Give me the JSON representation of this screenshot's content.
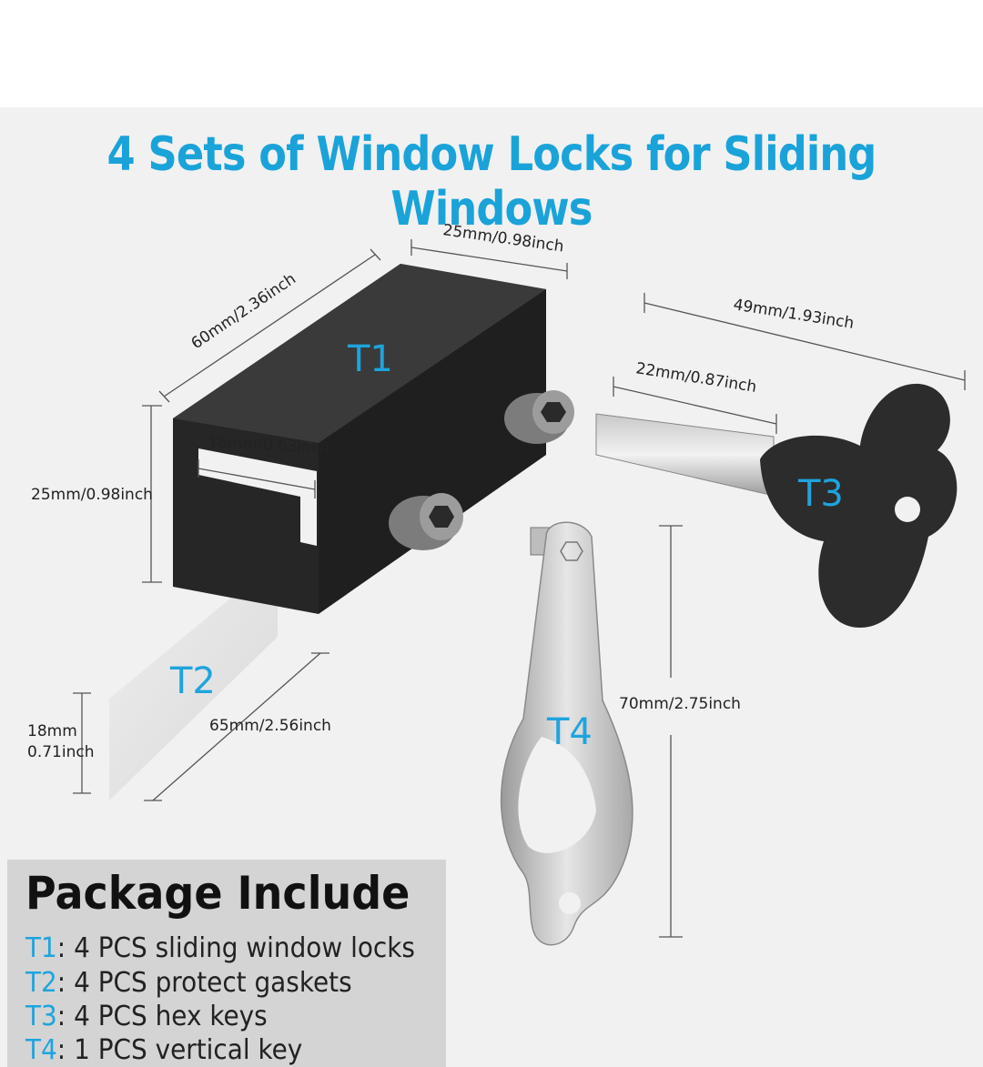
{
  "title": "4 Sets of Window Locks for Sliding Windows",
  "colors": {
    "accent": "#1ea4dd",
    "panel": "#f1f1f1",
    "package_box": "#d4d4d4"
  },
  "parts": {
    "t1_tag": "T1",
    "t2_tag": "T2",
    "t3_tag": "T3",
    "t4_tag": "T4"
  },
  "dimensions": {
    "t1_top_width": "25mm/0.98inch",
    "t1_length": "60mm/2.36inch",
    "t1_inner_gap": "16mm/0.63inch",
    "t1_height": "25mm/0.98inch",
    "t2_length": "65mm/2.56inch",
    "t2_thickness_line1": "18mm",
    "t2_thickness_line2": "0.71inch",
    "t3_total_length": "49mm/1.93inch",
    "t3_shaft_length": "22mm/0.87inch",
    "t4_length": "70mm/2.75inch"
  },
  "package": {
    "heading": "Package Include",
    "items": [
      {
        "code": "T1",
        "separator": ":",
        "text": "4 PCS sliding window locks"
      },
      {
        "code": "T2",
        "separator": ":",
        "text": "4 PCS protect gaskets"
      },
      {
        "code": "T3",
        "separator": ":",
        "text": "4 PCS hex keys"
      },
      {
        "code": "T4",
        "separator": ":",
        "text": "1 PCS vertical key"
      }
    ]
  }
}
